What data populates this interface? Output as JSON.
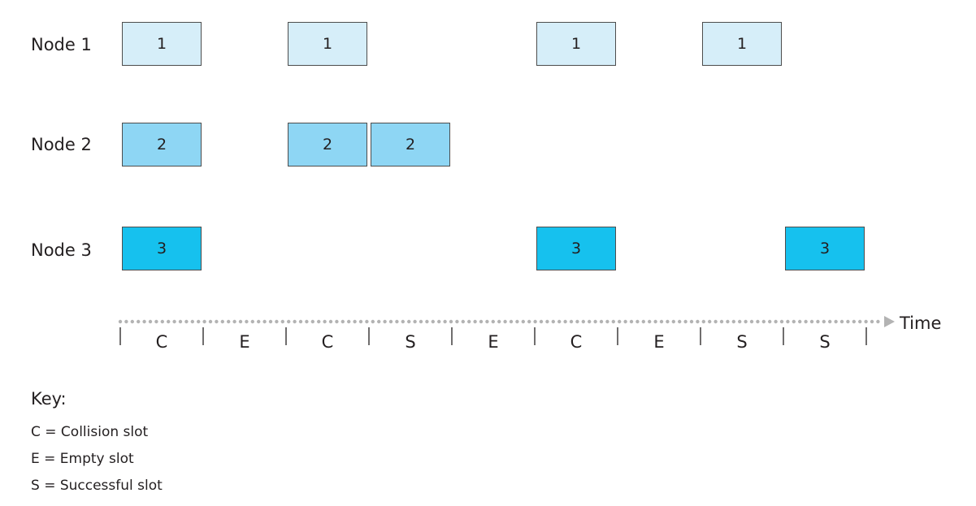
{
  "nodes": [
    {
      "label": "Node 1",
      "color": "#d6eef9",
      "frames": [
        {
          "slot": 0,
          "text": "1"
        },
        {
          "slot": 2,
          "text": "1"
        },
        {
          "slot": 5,
          "text": "1"
        },
        {
          "slot": 7,
          "text": "1"
        }
      ]
    },
    {
      "label": "Node 2",
      "color": "#8ed6f4",
      "frames": [
        {
          "slot": 0,
          "text": "2"
        },
        {
          "slot": 2,
          "text": "2"
        },
        {
          "slot": 3,
          "text": "2"
        }
      ]
    },
    {
      "label": "Node 3",
      "color": "#16c1ee",
      "frames": [
        {
          "slot": 0,
          "text": "3"
        },
        {
          "slot": 5,
          "text": "3"
        },
        {
          "slot": 8,
          "text": "3"
        }
      ]
    }
  ],
  "slots": [
    "C",
    "E",
    "C",
    "S",
    "E",
    "C",
    "E",
    "S",
    "S"
  ],
  "axis": {
    "label": "Time",
    "color": "#b3b3b3"
  },
  "key": {
    "title": "Key:",
    "entries": [
      "C = Collision slot",
      "E = Empty slot",
      "S = Successful slot"
    ]
  }
}
